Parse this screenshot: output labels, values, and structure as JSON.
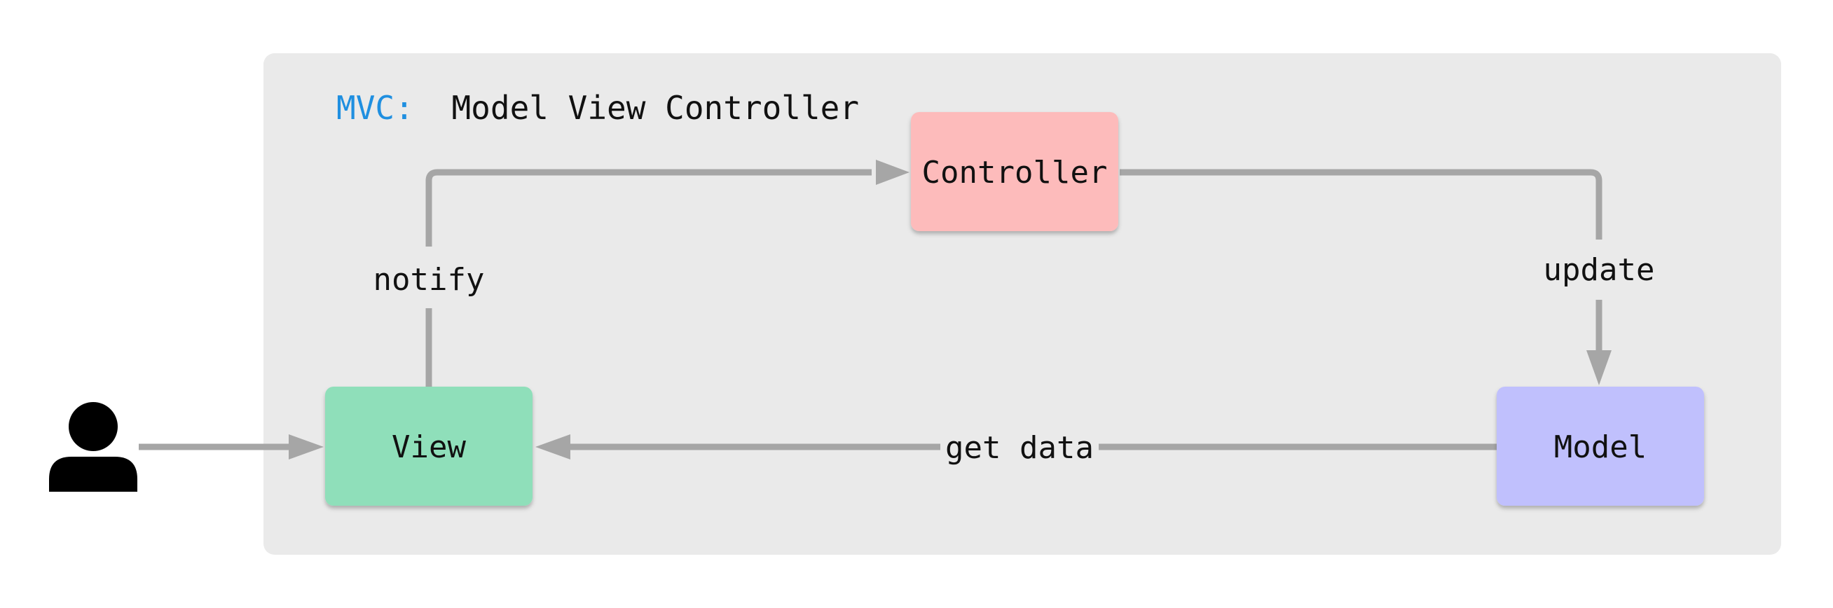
{
  "diagram": {
    "title": {
      "prefix": "MVC:",
      "text": "Model View Controller"
    },
    "nodes": {
      "controller": {
        "label": "Controller"
      },
      "view": {
        "label": "View"
      },
      "model": {
        "label": "Model"
      },
      "user": {
        "icon": "user-icon"
      }
    },
    "edges": {
      "notify": {
        "label": "notify"
      },
      "update": {
        "label": "update"
      },
      "get_data": {
        "label": "get data"
      }
    }
  },
  "colors": {
    "panel": "#eaeaea",
    "controller": "#fdbbbb",
    "view": "#8fdfba",
    "model": "#c0c0fd",
    "arrow": "#a6a6a6",
    "title_prefix": "#1f8fe0",
    "text": "#111111"
  }
}
